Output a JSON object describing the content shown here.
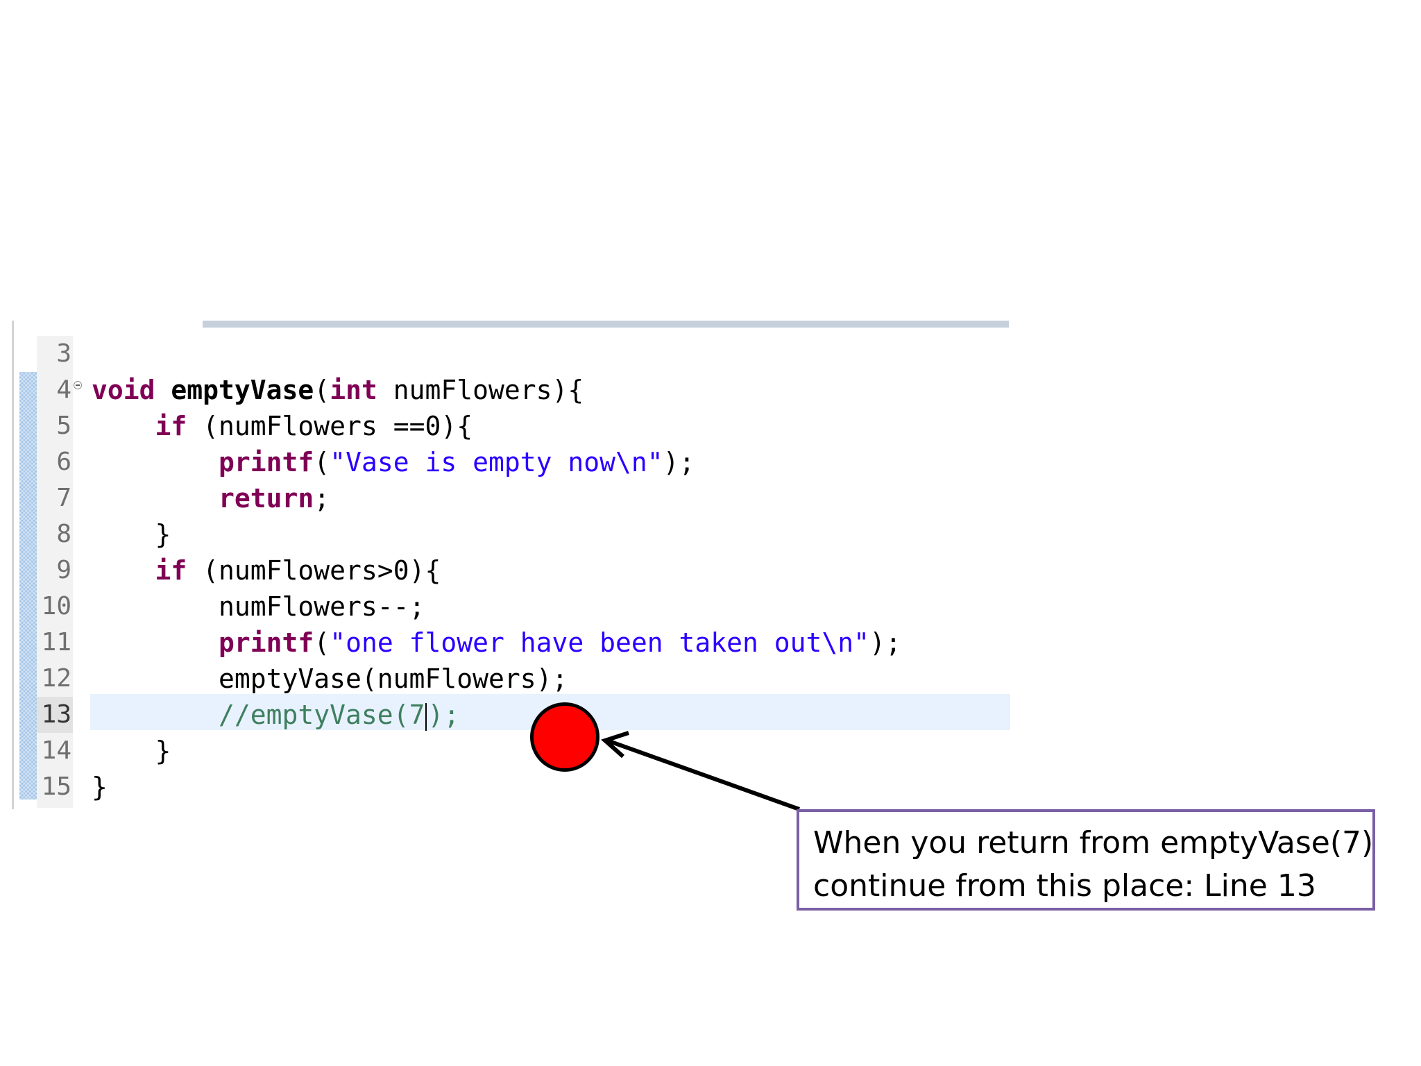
{
  "editor": {
    "lines": [
      {
        "number": "3",
        "segments": []
      },
      {
        "number": "4",
        "fold": true,
        "segments": [
          {
            "t": "void",
            "c": "kw"
          },
          {
            "t": " "
          },
          {
            "t": "emptyVase",
            "c": "fn-bold"
          },
          {
            "t": "("
          },
          {
            "t": "int",
            "c": "kw"
          },
          {
            "t": " numFlowers){"
          }
        ]
      },
      {
        "number": "5",
        "segments": [
          {
            "t": "    "
          },
          {
            "t": "if",
            "c": "kw"
          },
          {
            "t": " (numFlowers ==0){"
          }
        ]
      },
      {
        "number": "6",
        "segments": [
          {
            "t": "        "
          },
          {
            "t": "printf",
            "c": "kw"
          },
          {
            "t": "("
          },
          {
            "t": "\"Vase is empty now\\n\"",
            "c": "str"
          },
          {
            "t": ");"
          }
        ]
      },
      {
        "number": "7",
        "segments": [
          {
            "t": "        "
          },
          {
            "t": "return",
            "c": "kw"
          },
          {
            "t": ";"
          }
        ]
      },
      {
        "number": "8",
        "segments": [
          {
            "t": "    }"
          }
        ]
      },
      {
        "number": "9",
        "segments": [
          {
            "t": "    "
          },
          {
            "t": "if",
            "c": "kw"
          },
          {
            "t": " (numFlowers>0){"
          }
        ]
      },
      {
        "number": "10",
        "segments": [
          {
            "t": "        numFlowers--;"
          }
        ]
      },
      {
        "number": "11",
        "segments": [
          {
            "t": "        "
          },
          {
            "t": "printf",
            "c": "kw"
          },
          {
            "t": "("
          },
          {
            "t": "\"one flower have been taken out\\n\"",
            "c": "str"
          },
          {
            "t": ");"
          }
        ]
      },
      {
        "number": "12",
        "segments": [
          {
            "t": "        emptyVase(numFlowers);"
          }
        ]
      },
      {
        "number": "13",
        "current": true,
        "segments": [
          {
            "t": "        "
          },
          {
            "t": "//emptyVase(7",
            "c": "cmt"
          },
          {
            "t": "|caret|"
          },
          {
            "t": ");",
            "c": "cmt"
          }
        ]
      },
      {
        "number": "14",
        "segments": [
          {
            "t": "    }"
          }
        ]
      },
      {
        "number": "15",
        "segments": [
          {
            "t": "}"
          }
        ]
      }
    ]
  },
  "callout": {
    "line1": "When you return from emptyVase(7)",
    "line2": "continue from this place: Line 13",
    "border_color": "#7a5fa5"
  },
  "marker": {
    "color": "#ff0000"
  }
}
